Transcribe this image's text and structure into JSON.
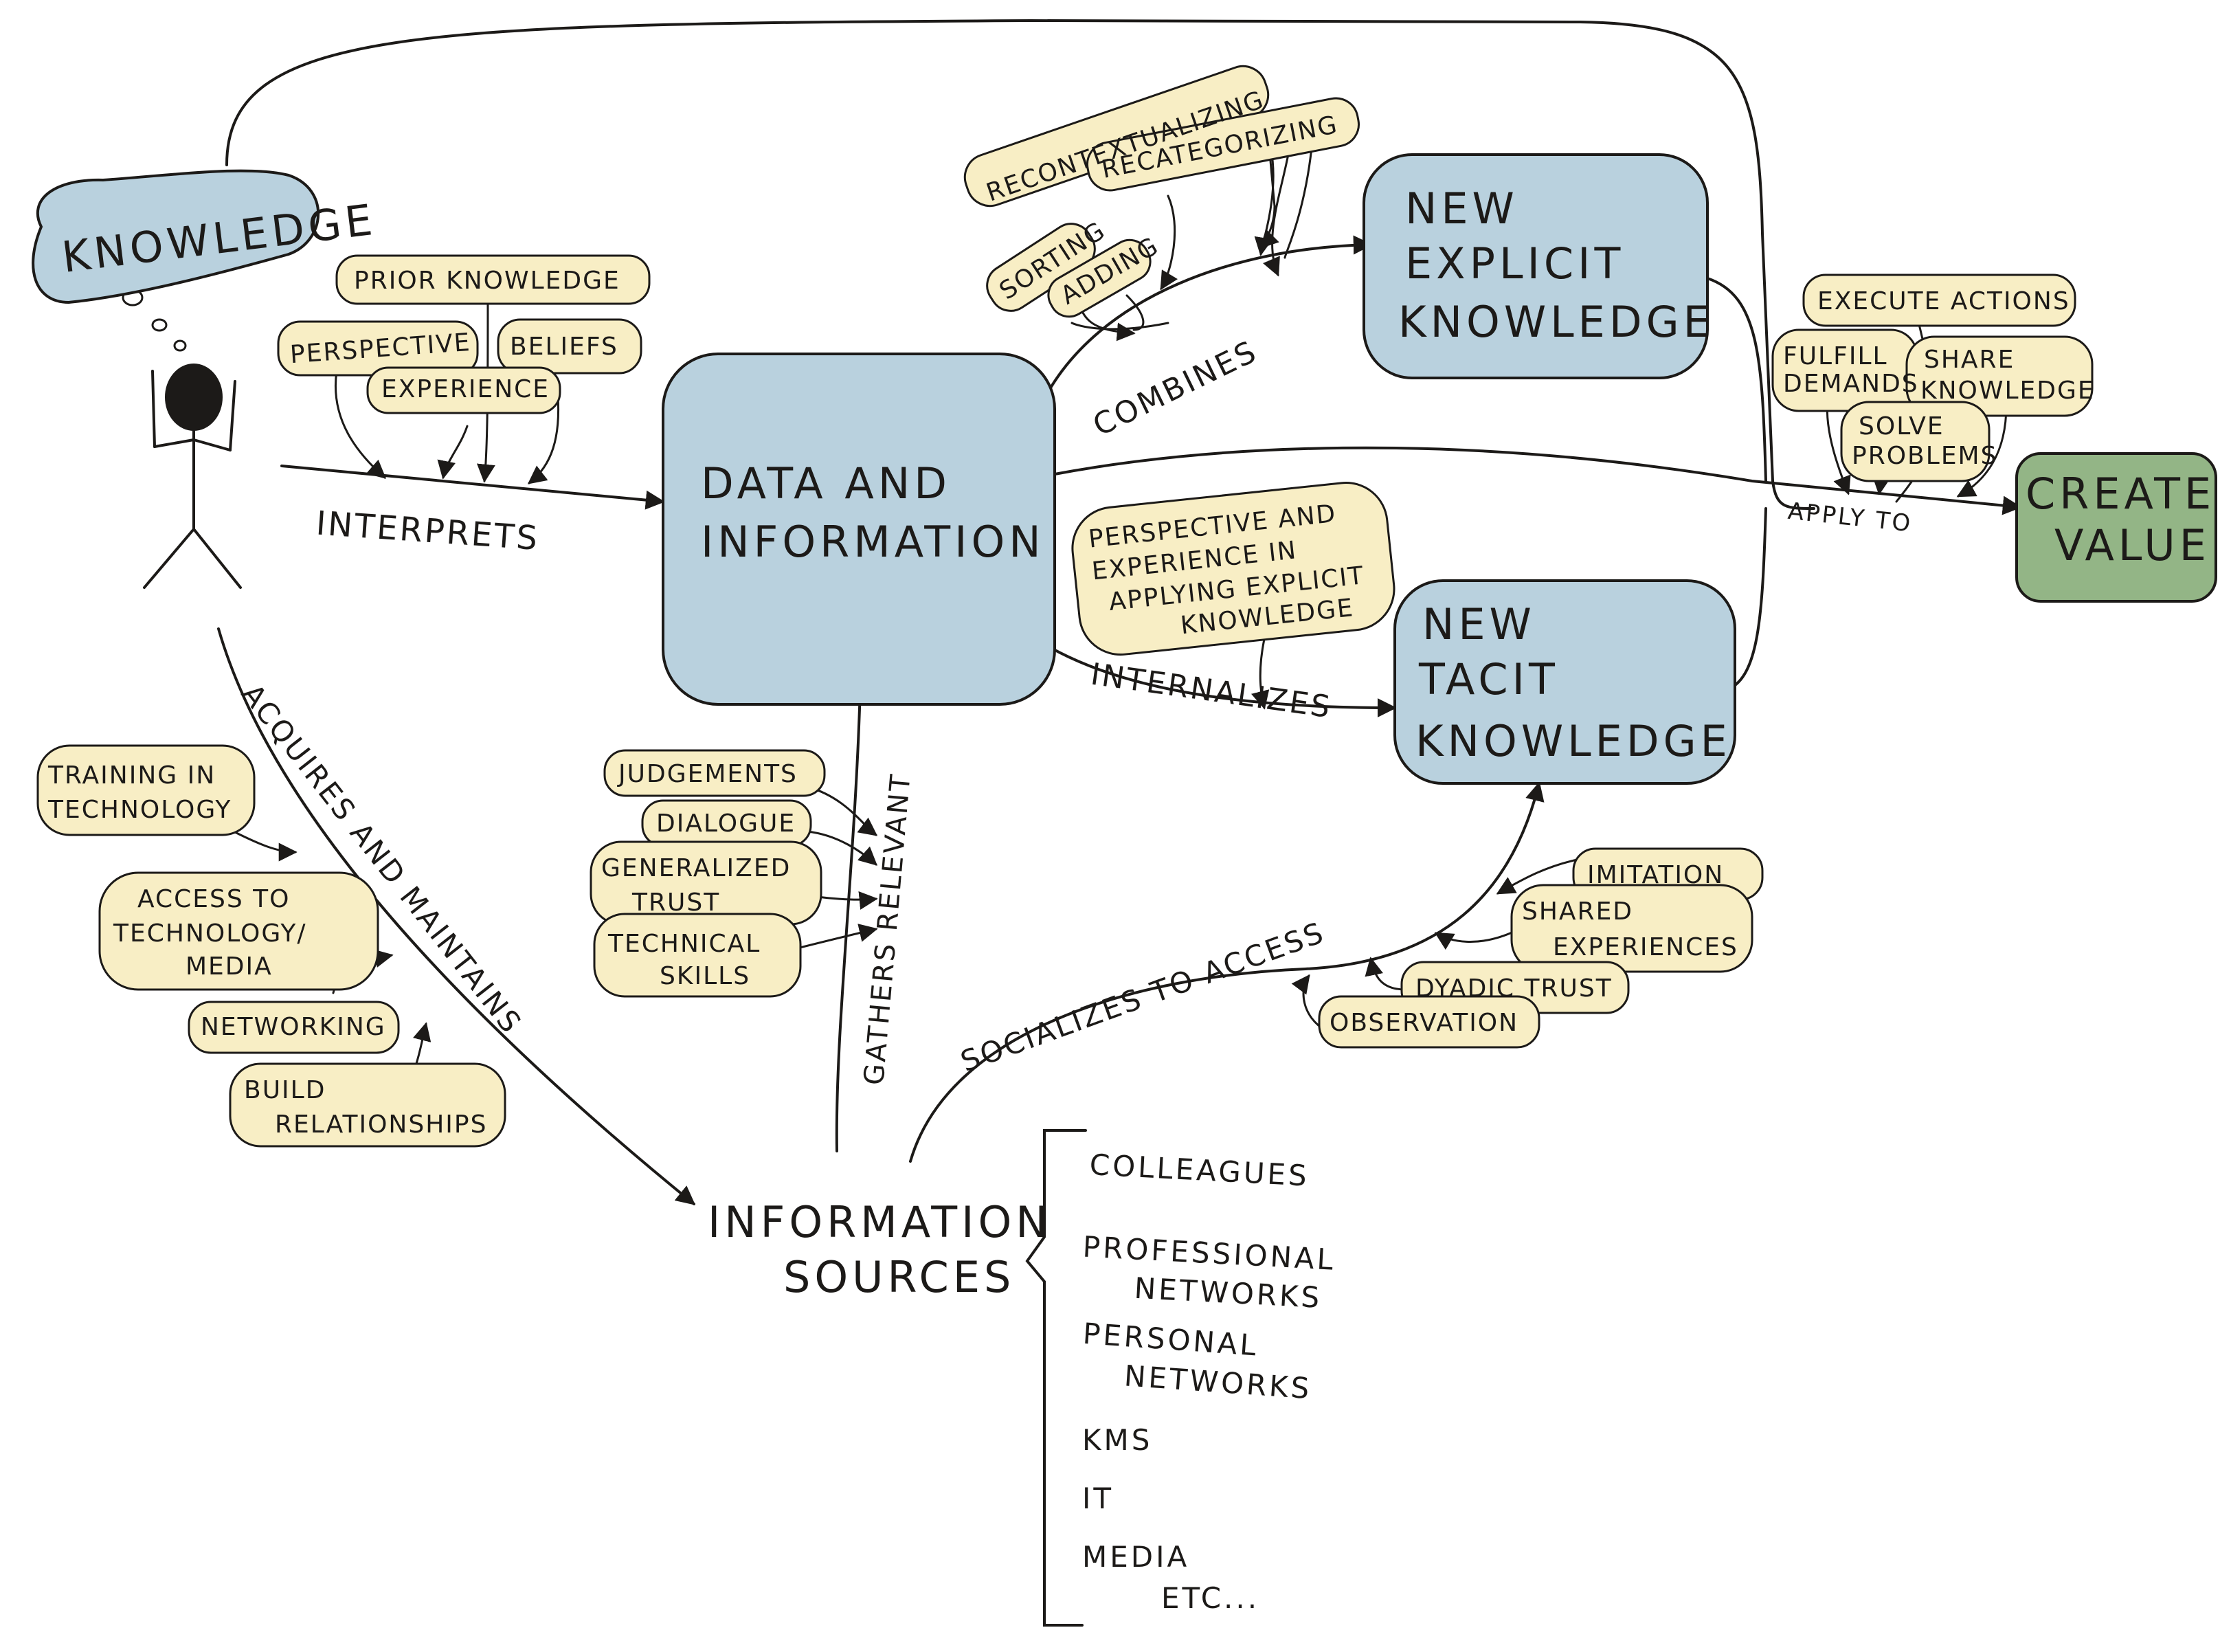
{
  "colors": {
    "box_blue": "#b9d1de",
    "tag_yellow": "#f8eec5",
    "value_green": "#93b586",
    "ink": "#1c1a18"
  },
  "knowledge": "KNOWLEDGE",
  "data_info": [
    "DATA AND",
    "INFORMATION"
  ],
  "new_explicit": [
    "NEW",
    "EXPLICIT",
    "KNOWLEDGE"
  ],
  "new_tacit": [
    "NEW",
    "TACIT",
    "KNOWLEDGE"
  ],
  "create_value": [
    "CREATE",
    "VALUE"
  ],
  "info_sources": [
    "INFORMATION",
    "SOURCES"
  ],
  "verbs": {
    "interprets": "INTERPRETS",
    "combines": "COMBINES",
    "internalizes": "INTERNALIZES",
    "apply_to": "APPLY TO",
    "gathers": "GATHERS RELEVANT",
    "socializes": "SOCIALIZES TO ACCESS",
    "acquires": "ACQUIRES AND MAINTAINS"
  },
  "interpret_tags": {
    "prior": "PRIOR KNOWLEDGE",
    "perspective": "PERSPECTIVE",
    "beliefs": "BELIEFS",
    "experience": "EXPERIENCE"
  },
  "combine_tags": {
    "recontextualizing": "RECONTEXTUALIZING",
    "recategorizing": "RECATEGORIZING",
    "sorting": "SORTING",
    "adding": "ADDING"
  },
  "internalize_tag": [
    "PERSPECTIVE AND",
    "EXPERIENCE IN",
    "APPLYING EXPLICIT",
    "KNOWLEDGE"
  ],
  "apply_tags": {
    "execute": "EXECUTE ACTIONS",
    "fulfill": [
      "FULFILL",
      "DEMANDS"
    ],
    "share": [
      "SHARE",
      "KNOWLEDGE"
    ],
    "solve": [
      "SOLVE",
      "PROBLEMS"
    ]
  },
  "gather_tags": {
    "judgements": "JUDGEMENTS",
    "dialogue": "DIALOGUE",
    "trust": [
      "GENERALIZED",
      "TRUST"
    ],
    "skills": [
      "TECHNICAL",
      "SKILLS"
    ]
  },
  "social_tags": {
    "imitation": "IMITATION",
    "shared": [
      "SHARED",
      "EXPERIENCES"
    ],
    "dyadic": "DYADIC TRUST",
    "observation": "OBSERVATION"
  },
  "acquire_tags": {
    "training": [
      "TRAINING IN",
      "TECHNOLOGY"
    ],
    "access": [
      "ACCESS TO",
      "TECHNOLOGY/",
      "MEDIA"
    ],
    "networking": "NETWORKING",
    "build": [
      "BUILD",
      "RELATIONSHIPS"
    ]
  },
  "sources_list": {
    "colleagues": "COLLEAGUES",
    "professional": [
      "PROFESSIONAL",
      "NETWORKS"
    ],
    "personal": [
      "PERSONAL",
      "NETWORKS"
    ],
    "kms": "KMS",
    "it": "IT",
    "media": [
      "MEDIA",
      "ETC..."
    ]
  }
}
